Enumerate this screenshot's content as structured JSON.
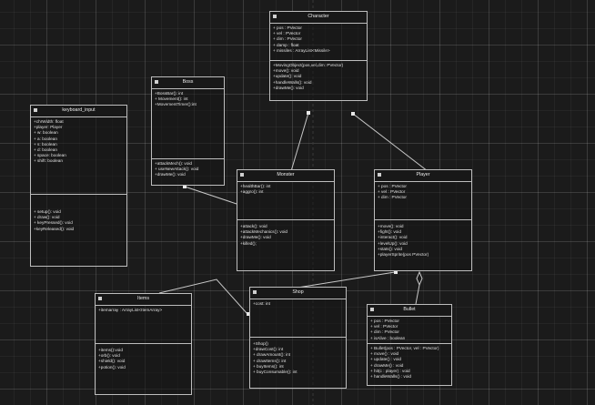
{
  "diagram": {
    "type": "UML class diagram",
    "classes": {
      "character": {
        "name": "Character",
        "attributes": [
          "+ pos : PVector",
          "+ vel : PVector",
          "+ dim : PVector",
          "+ damp : float",
          "+ missiles : ArrayList<Missile>"
        ],
        "operations": [
          "+MovingObject(pos,vel,dim: PVector)",
          "+move(): void",
          "+update(): void",
          "+handleWalls(): void",
          "+drawMe(): void"
        ]
      },
      "boss": {
        "name": "Boss",
        "attributes": [
          "+BossBar(): int",
          "+ Movement(): int",
          "+MovementTimer():int"
        ],
        "operations": [
          "+attackMech(): void",
          "+ useNewAttack(): void",
          "+drawMe(): void"
        ]
      },
      "keyboard_input": {
        "name": "keyboard_input",
        "attributes": [
          "+chrWidth: float",
          "+player: Player",
          "+ w: boolean",
          "+ a: boolean",
          "+ s: boolean",
          "+ d: boolean",
          "+ space: boolean",
          "+ shift: boolean"
        ],
        "operations": [
          "+ setup(): void",
          "+ draw(): void",
          "+ keyPressed(): void",
          "+keyReleased(): void"
        ]
      },
      "monster": {
        "name": "Monster",
        "attributes": [
          "+healthBar(): int",
          "+aggro(): int"
        ],
        "operations": [
          "+attack(): void",
          "+attackMechanics(): void",
          "+drawMe(): void",
          "+killed();"
        ]
      },
      "player": {
        "name": "Player",
        "attributes": [
          "+ pos : PVector",
          "+ vel : PVector",
          "+ dim : PVector"
        ],
        "operations": [
          "+move(): void",
          "+fight(): void",
          "+interact(): void",
          "+levelUp(): void",
          "+stats(): void",
          "+playerSprite(pos PVector)"
        ]
      },
      "items": {
        "name": "Items",
        "attributes": [
          "+itemarray : ArrayList<ItemArray>"
        ],
        "operations": [
          "+items():void",
          "+orb(): void",
          "+shield(): void",
          "+potion(): void"
        ]
      },
      "shop": {
        "name": "Shop",
        "attributes": [
          "+cost: int"
        ],
        "operations": [
          "+Shop()",
          "+drawCost(): int",
          "+ drawAmount(): int",
          "+ drawItems(): int",
          "+ buyItems(): int",
          "+ buyConsumable(): int"
        ]
      },
      "bullet": {
        "name": "Bullet",
        "attributes": [
          "+ pos : PVector",
          "+ vel : PVector",
          "+ dim : PVector",
          "+ isAlive : boolean"
        ],
        "operations": [
          "+ Bullet(pos : PVector, vel : PVector)",
          "+ move() : void",
          "+ update() : void",
          "+ drawMe() : void",
          "+ hit(c : player) : void",
          "+ handleWalls() : void"
        ]
      }
    },
    "relationships": [
      {
        "from": "Monster",
        "to": "Character",
        "type": "generalization"
      },
      {
        "from": "Player",
        "to": "Character",
        "type": "generalization"
      },
      {
        "from": "Monster",
        "to": "Boss",
        "type": "association"
      },
      {
        "from": "Items",
        "to": "Shop",
        "type": "association"
      },
      {
        "from": "Shop",
        "to": "Player",
        "type": "association"
      },
      {
        "from": "Bullet",
        "to": "Player",
        "type": "aggregation"
      }
    ],
    "colors": {
      "background": "#1b1b1b",
      "stroke": "#bdbdbd",
      "text": "#e6e6e6"
    }
  }
}
